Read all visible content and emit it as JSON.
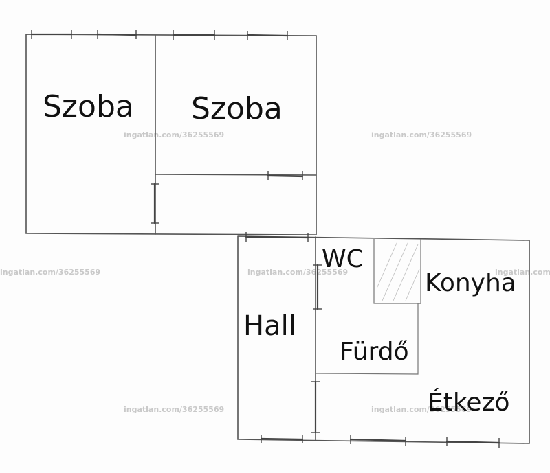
{
  "rooms": {
    "szoba_left": "Szoba",
    "szoba_right": "Szoba",
    "wc": "WC",
    "konyha": "Konyha",
    "hall": "Hall",
    "furdo": "Fürdő",
    "etkezo": "Étkező"
  },
  "watermark": "ingatlan.com/36255569"
}
